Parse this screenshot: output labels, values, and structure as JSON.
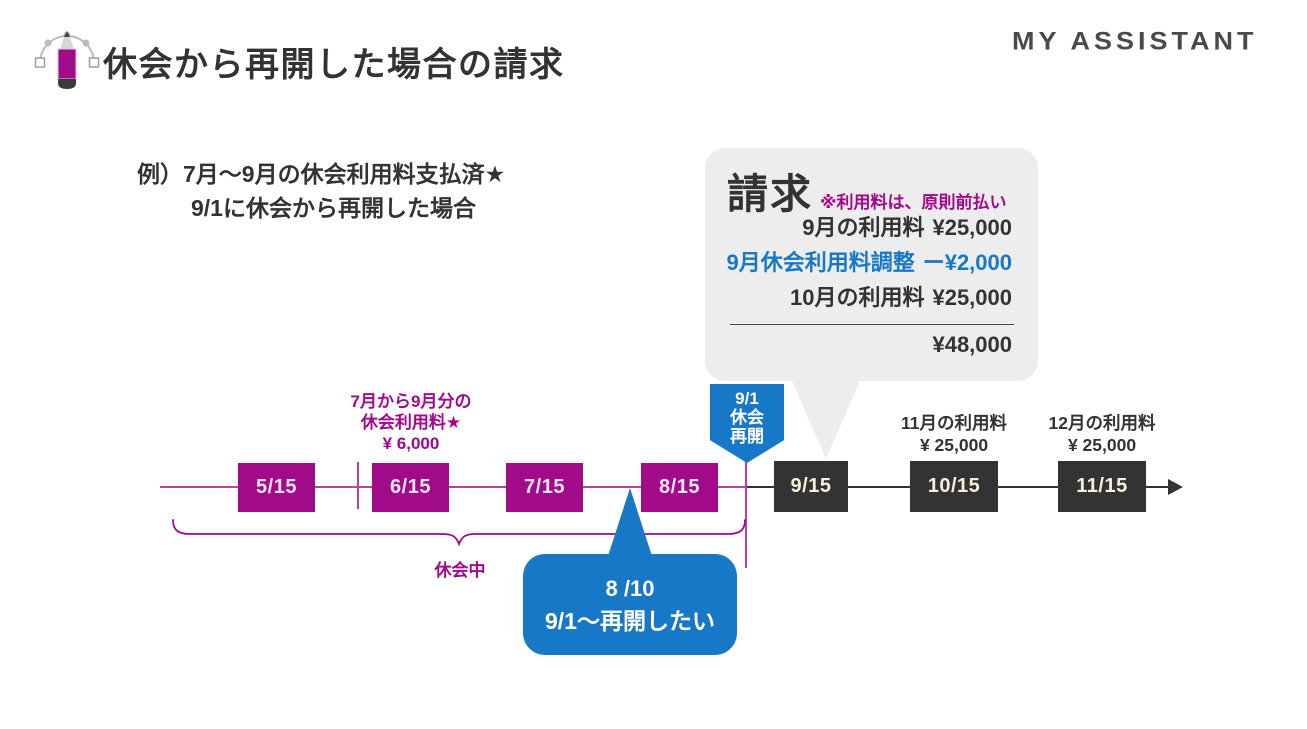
{
  "header": {
    "title": "休会から再開した場合の請求",
    "logo": "MY ASSISTANT"
  },
  "example": {
    "line1": "例）7月～9月の休会利用料支払済★",
    "line2": "9/1に休会から再開した場合"
  },
  "billing": {
    "title": "請求",
    "note": "※利用料は、原則前払い",
    "rows": [
      {
        "label": "9月の利用料",
        "amount": "¥25,000",
        "color": "dark"
      },
      {
        "label": "9月休会利用料調整",
        "amount": "ー¥2,000",
        "color": "blue"
      },
      {
        "label": "10月の利用料",
        "amount": "¥25,000",
        "color": "dark"
      }
    ],
    "total": "¥48,000"
  },
  "timeline": {
    "suspension_fee_label": {
      "line1": "7月から9月分の",
      "line2": "休会利用料★",
      "line3": "¥ 6,000"
    },
    "magenta_boxes": [
      "5/15",
      "6/15",
      "7/15",
      "8/15"
    ],
    "dark_boxes": [
      "9/15",
      "10/15",
      "11/15"
    ],
    "resume_marker": {
      "line1": "9/1",
      "line2": "休会",
      "line3": "再開"
    },
    "usage_labels": [
      {
        "line1": "11月の利用料",
        "line2": "¥ 25,000"
      },
      {
        "line1": "12月の利用料",
        "line2": "¥ 25,000"
      }
    ],
    "suspension_period_label": "休会中"
  },
  "callout": {
    "line1": "8 /10",
    "line2": "9/1～再開したい"
  },
  "colors": {
    "magenta": "#a10b89",
    "magenta_line": "#b5439f",
    "blue": "#1878c8",
    "dark": "#333333",
    "gray_box": "#ededed"
  }
}
